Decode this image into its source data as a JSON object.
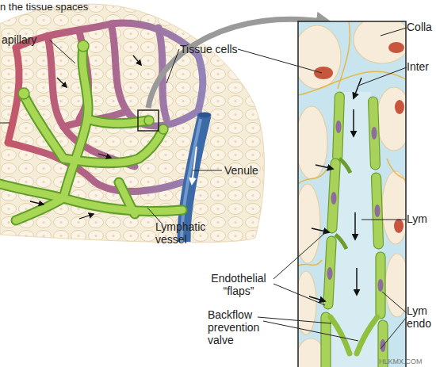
{
  "diagram": {
    "title": "n the tissue spaces",
    "labels": [
      "apillary",
      "Tissue cells",
      "Venule",
      "Lymphatic vessel",
      "Colla",
      "Inter",
      "Lym",
      "Endothelial “flaps”",
      "Lym endo",
      "Backflow prevention valve",
      "HLKMX.COM"
    ]
  }
}
